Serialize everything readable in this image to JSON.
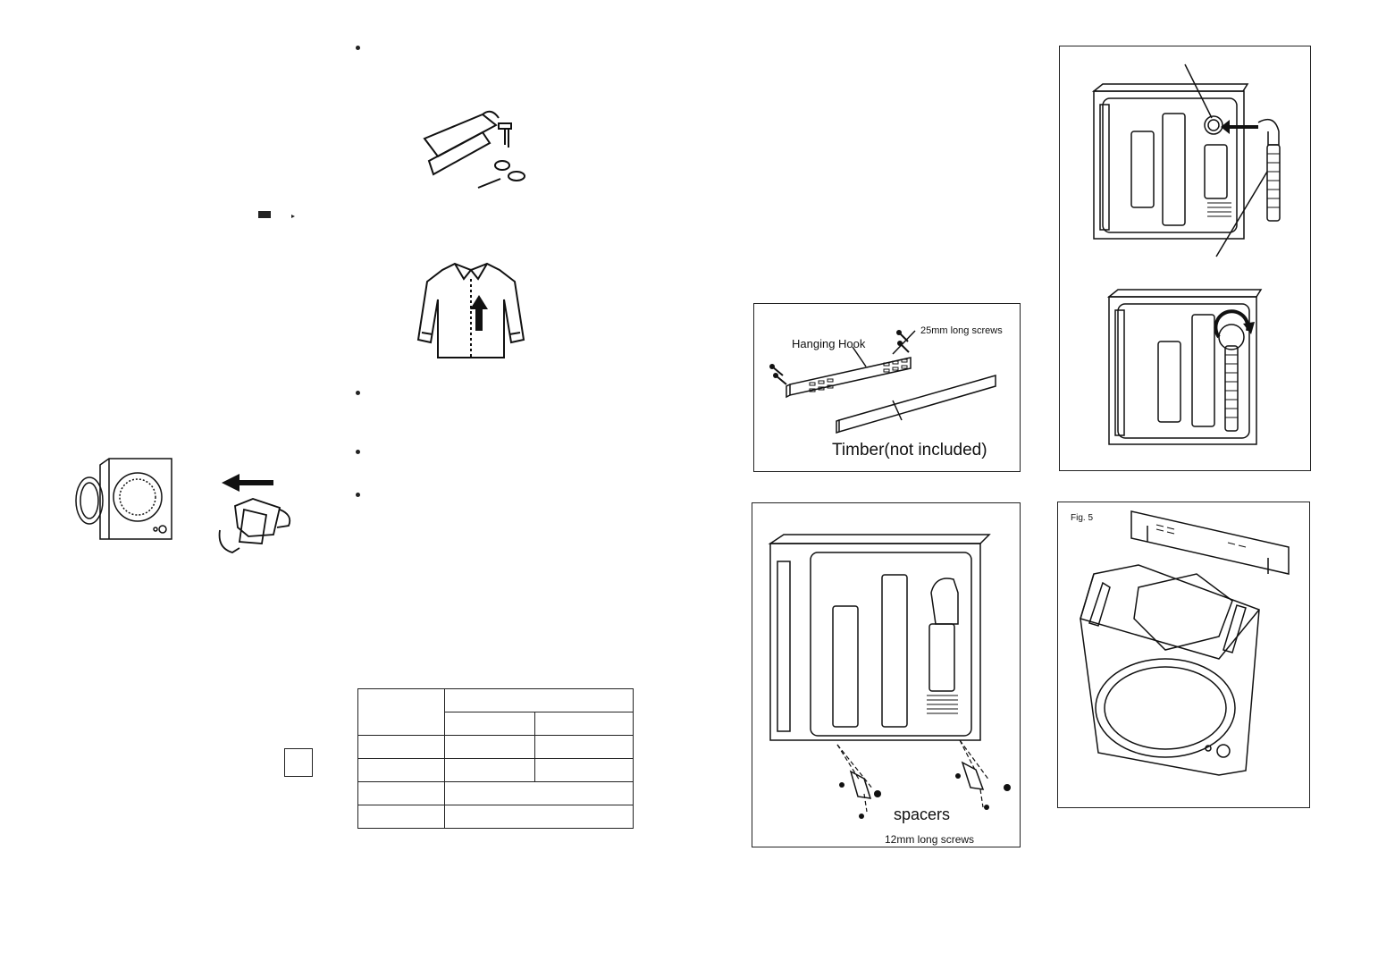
{
  "figures": {
    "hanging_hook": {
      "hook_label": "Hanging Hook",
      "screws_label": "25mm long screws",
      "timber_label": "Timber(not included)"
    },
    "spacers": {
      "spacers_label": "spacers",
      "screws_label": "12mm long screws"
    },
    "fig5": {
      "caption": "Fig. 5"
    }
  }
}
